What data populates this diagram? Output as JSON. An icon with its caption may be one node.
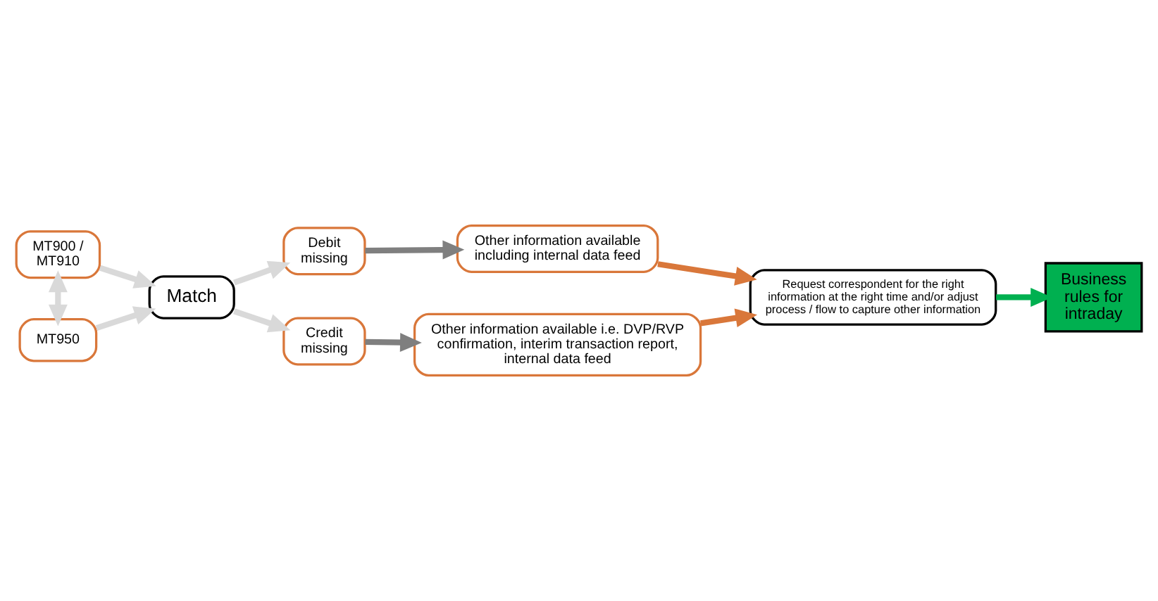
{
  "diagram": {
    "nodes": [
      {
        "text": [
          "MT900 / MT910"
        ]
      },
      {
        "text": [
          "MT950"
        ]
      },
      {
        "text": [
          "Match"
        ]
      },
      {
        "text": [
          "Debit missing"
        ]
      },
      {
        "text": [
          "Credit missing"
        ]
      },
      {
        "text": [
          "Other information available including internal data feed"
        ]
      },
      {
        "text": [
          "Other information available i.e. DVP/RVP confirmation, interim transaction report, internal data feed"
        ]
      },
      {
        "text": [
          "Request correspondent for the right information at the right time and/or adjust process / flow to capture other information"
        ]
      },
      {
        "text": [
          "Business rules for intraday"
        ]
      }
    ],
    "edges": [
      {
        "from": 0,
        "to": 1,
        "arrow": "both"
      },
      {
        "from": 0,
        "to": 2,
        "arrow": "to"
      },
      {
        "from": 1,
        "to": 2,
        "arrow": "to"
      },
      {
        "from": 2,
        "to": 3,
        "arrow": "to"
      },
      {
        "from": 2,
        "to": 4,
        "arrow": "to"
      },
      {
        "from": 3,
        "to": 5,
        "arrow": "to",
        "color": "#7f7f7f"
      },
      {
        "from": 4,
        "to": 6,
        "arrow": "to",
        "color": "#7f7f7f"
      },
      {
        "from": 5,
        "to": 7,
        "arrow": "to",
        "color": "#d9773a"
      },
      {
        "from": 6,
        "to": 7,
        "arrow": "to",
        "color": "#d9773a"
      },
      {
        "from": 7,
        "to": 8,
        "arrow": "to",
        "color": "#00b050"
      }
    ]
  }
}
